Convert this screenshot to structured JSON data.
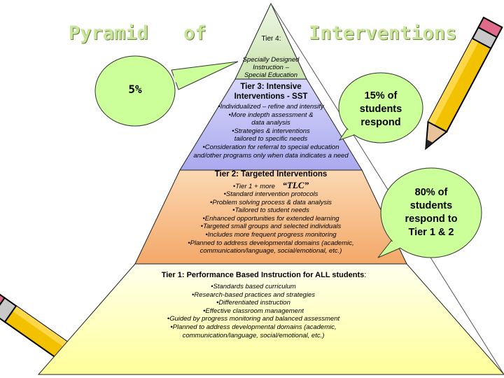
{
  "title": {
    "word1": "Pyramid",
    "word2": "of",
    "word3": "Interventions"
  },
  "tier4": {
    "label": "Tier 4:",
    "lines": [
      "Specially Designed",
      "Instruction –",
      "Special Education"
    ]
  },
  "tier3": {
    "heading_lines": [
      "Tier 3: Intensive",
      "Interventions - SST"
    ],
    "bullets": [
      "•Individualized – refine and intensify",
      "•More indepth assessment &",
      "data analysis",
      "•Strategies & interventions",
      "tailored to specific needs",
      "•Consideration for referral to special education",
      "and/other programs only when data indicates a need"
    ]
  },
  "tier2": {
    "heading": "Tier 2: Targeted Interventions",
    "first_bullet": "•Tier 1 + more",
    "tlc": "“TLC”",
    "bullets": [
      "•Standard intervention protocols",
      "•Problem solving process & data analysis",
      "•Tailored to student needs",
      "•Enhanced opportunities for extended learning",
      "•Targeted small groups and selected individuals",
      "•Includes more frequent progress monitoring",
      "•Planned to address developmental domains (academic,",
      "communication/language, social/emotional, etc.)"
    ]
  },
  "tier1": {
    "heading": "Tier 1: Performance Based Instruction for ALL students",
    "heading_suffix": ":",
    "bullets": [
      "•Standards based curriculum",
      "•Research-based practices and strategies",
      "•Differentiated instruction",
      "•Effective classroom management",
      "•Guided by progress monitoring and balanced assessment",
      "•Planned to address developmental domains (academic,",
      "communication/language, social/emotional, etc.)"
    ]
  },
  "callouts": {
    "five": "5%",
    "fifteen": [
      "15% of",
      "students",
      "respond"
    ],
    "eighty": [
      "80% of",
      "students",
      "respond to",
      "Tier 1 & 2"
    ]
  },
  "colors": {
    "tier4": "#d6e9c6",
    "tier3": "#c9c9f5",
    "tier2": "#f7c89a",
    "tier1": "#ffffcc",
    "callout_fill": "#ccff99"
  }
}
